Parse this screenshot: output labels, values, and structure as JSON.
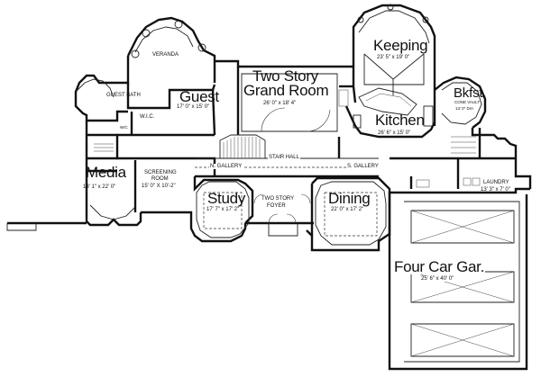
{
  "rooms": {
    "keeping": {
      "name": "Keeping",
      "dims": "23' 5\" x 19' 0\""
    },
    "bkfst": {
      "name": "Bkfst.",
      "note": "CONE VAULT",
      "dims": "13' 0\" DIA"
    },
    "kitchen": {
      "name": "Kitchen",
      "dims": "26' 6\" x 15' 0\""
    },
    "grand_room": {
      "name_line1": "Two Story",
      "name_line2": "Grand Room",
      "dims": "26' 0\" x 18' 4\""
    },
    "guest": {
      "name": "Guest",
      "dims": "17' 0\" x 15' 0\""
    },
    "veranda": {
      "name": "VERANDA"
    },
    "guest_bath": {
      "name": "GUEST BATH"
    },
    "wic": {
      "name": "W.I.C."
    },
    "wic_small": {
      "name": "W/C"
    },
    "media": {
      "name": "Media",
      "dims": "13' 1\" x 22' 0\""
    },
    "screening": {
      "name_line1": "SCREENING",
      "name_line2": "ROOM",
      "dims": "15' 0\" X 10'-2\""
    },
    "study": {
      "name": "Study",
      "dims": "17' 7\" x 17' 2\""
    },
    "foyer": {
      "name_line1": "TWO STORY",
      "name_line2": "FOYER"
    },
    "dining": {
      "name": "Dining",
      "dims": "22' 0\" x 17' 2\""
    },
    "laundry": {
      "name": "LAUNDRY",
      "dims": "13' 3\" x 7' 0\""
    },
    "garage": {
      "name": "Four Car Gar.",
      "dims": "25' 6\" x 40' 0\""
    }
  },
  "halls": {
    "n_gallery": "N. GALLERY",
    "stair_hall": "STAIR HALL",
    "s_gallery": "S. GALLERY"
  }
}
